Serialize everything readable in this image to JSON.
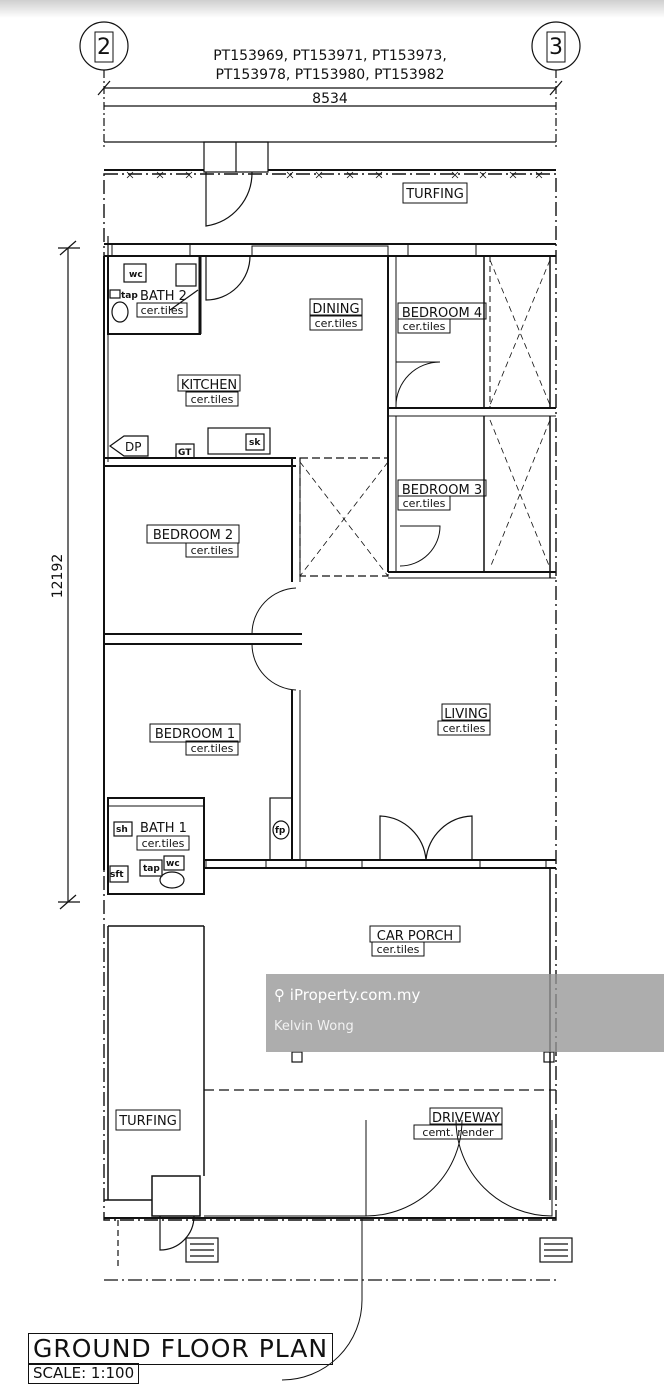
{
  "grid_markers": {
    "left": "2",
    "right": "3"
  },
  "lot_numbers": {
    "line1": "PT153969, PT153971, PT153973,",
    "line2": "PT153978, PT153980, PT153982"
  },
  "dimensions": {
    "width": "8534",
    "depth": "12192"
  },
  "rooms": {
    "turfing_top": "TURFING",
    "bath2": "BATH 2",
    "bath2_finish": "cer.tiles",
    "dining": "DINING",
    "dining_finish": "cer.tiles",
    "bedroom4": "BEDROOM 4",
    "bedroom4_finish": "cer.tiles",
    "kitchen": "KITCHEN",
    "kitchen_finish": "cer.tiles",
    "bedroom3": "BEDROOM 3",
    "bedroom3_finish": "cer.tiles",
    "bedroom2": "BEDROOM 2",
    "bedroom2_finish": "cer.tiles",
    "living": "LIVING",
    "living_finish": "cer.tiles",
    "bedroom1": "BEDROOM 1",
    "bedroom1_finish": "cer.tiles",
    "bath1": "BATH 1",
    "bath1_finish": "cer.tiles",
    "car_porch": "CAR PORCH",
    "car_porch_finish": "cer.tiles",
    "turfing_side": "TURFING",
    "driveway": "DRIVEWAY",
    "driveway_finish": "cemt. render"
  },
  "fixtures": {
    "wc": "wc",
    "tap": "tap",
    "dp": "DP",
    "gt": "GT",
    "sk": "sk",
    "sh": "sh",
    "sft": "sft",
    "fp": "fp"
  },
  "watermark": {
    "brand": "iProperty.com.my",
    "agent": "Kelvin Wong"
  },
  "title": {
    "name": "GROUND FLOOR PLAN",
    "scale": "SCALE: 1:100"
  }
}
